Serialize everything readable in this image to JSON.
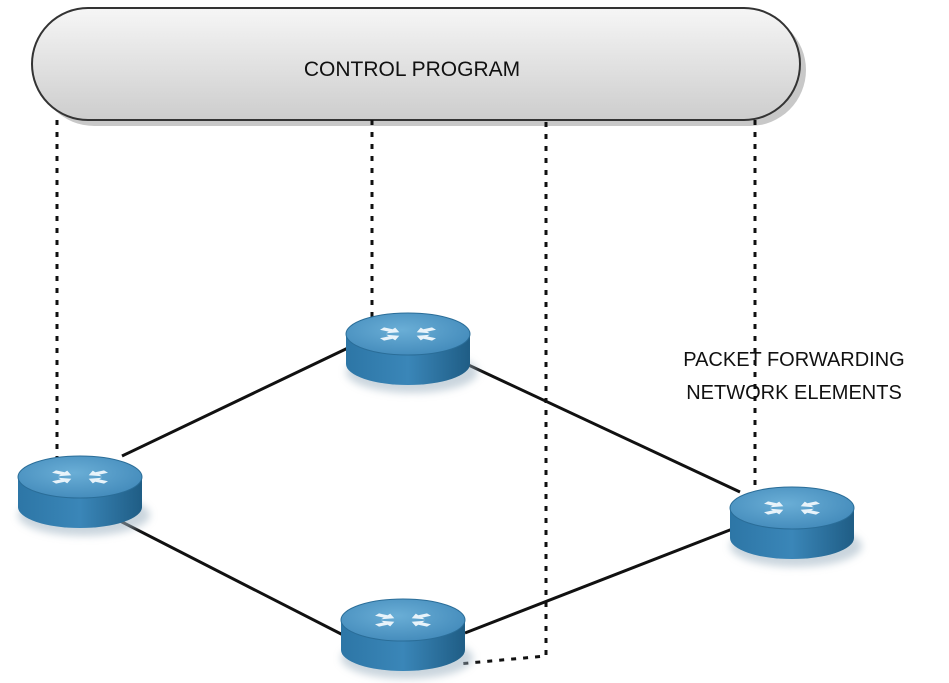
{
  "control_program": {
    "label": "CONTROL PROGRAM"
  },
  "elements_label": {
    "line1": "PACKET FORWARDING",
    "line2": "NETWORK ELEMENTS"
  },
  "routers": [
    {
      "id": "left",
      "icon": "router-icon"
    },
    {
      "id": "top",
      "icon": "router-icon"
    },
    {
      "id": "bottom",
      "icon": "router-icon"
    },
    {
      "id": "right",
      "icon": "router-icon"
    }
  ],
  "links": [
    {
      "from": "left",
      "to": "top"
    },
    {
      "from": "left",
      "to": "bottom"
    },
    {
      "from": "top",
      "to": "right"
    },
    {
      "from": "bottom",
      "to": "right"
    }
  ],
  "control_connections": [
    "left",
    "top",
    "bottom",
    "right"
  ],
  "colors": {
    "pill_fill_top": "#f4f4f4",
    "pill_fill_bottom": "#cfcfcf",
    "router_top": "#4f93c0",
    "router_side": "#24658f",
    "link": "#111111"
  }
}
